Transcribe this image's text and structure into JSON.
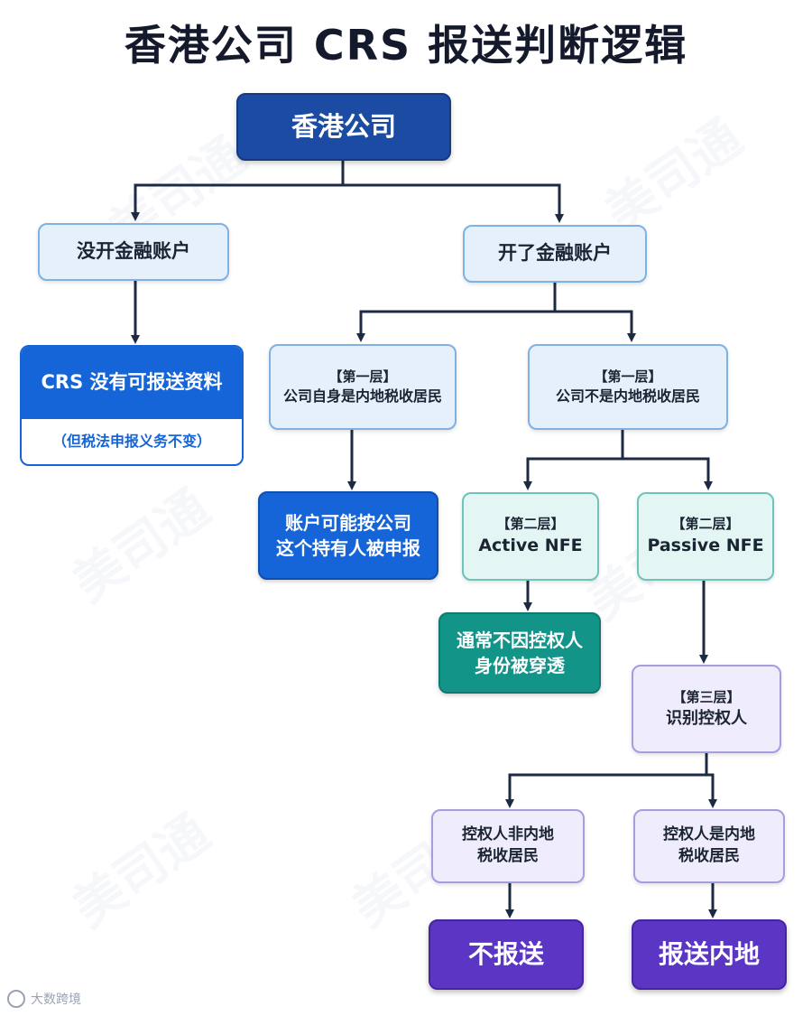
{
  "title": "香港公司 CRS 报送判断逻辑",
  "root": "香港公司",
  "no_account": "没开金融账户",
  "has_account": "开了金融账户",
  "no_report": {
    "line1": "CRS 没有可报送资料",
    "line2": "（但税法申报义务不变）"
  },
  "layer1_tag": "【第一层】",
  "layer1_left": "公司自身是内地税收居民",
  "layer1_right": "公司不是内地税收居民",
  "report_company": {
    "line1": "账户可能按公司",
    "line2": "这个持有人被申报"
  },
  "layer2_tag": "【第二层】",
  "active_nfe": "Active NFE",
  "passive_nfe": "Passive NFE",
  "not_lookthrough": {
    "line1": "通常不因控权人",
    "line2": "身份被穿透"
  },
  "layer3_tag": "【第三层】",
  "layer3_text": "识别控权人",
  "controller_non": {
    "line1": "控权人非内地",
    "line2": "税收居民"
  },
  "controller_yes": {
    "line1": "控权人是内地",
    "line2": "税收居民"
  },
  "result_no": "不报送",
  "result_yes": "报送内地",
  "footer": "大数跨境",
  "colors": {
    "connector": "#1c2a44",
    "root": "#1b4ba3",
    "blue": "#1565d8",
    "teal": "#139488",
    "purple": "#5b35c4"
  }
}
